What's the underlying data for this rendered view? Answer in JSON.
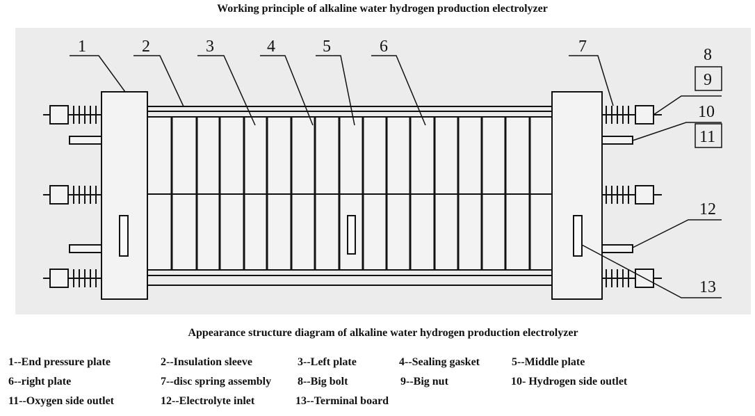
{
  "title": "Working principle of alkaline water hydrogen production electrolyzer",
  "caption": "Appearance structure diagram of alkaline water hydrogen production electrolyzer",
  "callouts": [
    "1",
    "2",
    "3",
    "4",
    "5",
    "6",
    "7",
    "8",
    "9",
    "10",
    "11",
    "12",
    "13"
  ],
  "legend": [
    {
      "text": "1--End pressure plate"
    },
    {
      "text": "2--Insulation sleeve"
    },
    {
      "text": "3--Left plate"
    },
    {
      "text": "4--Sealing gasket"
    },
    {
      "text": "5--Middle plate"
    },
    {
      "text": "6--right plate"
    },
    {
      "text": "7--disc spring assembly"
    },
    {
      "text": "8--Big bolt"
    },
    {
      "text": "9--Big nut"
    },
    {
      "text": "10- Hydrogen side outlet"
    },
    {
      "text": "11--Oxygen side outlet"
    },
    {
      "text": "12--Electrolyte inlet"
    },
    {
      "text": "13--Terminal board"
    }
  ]
}
